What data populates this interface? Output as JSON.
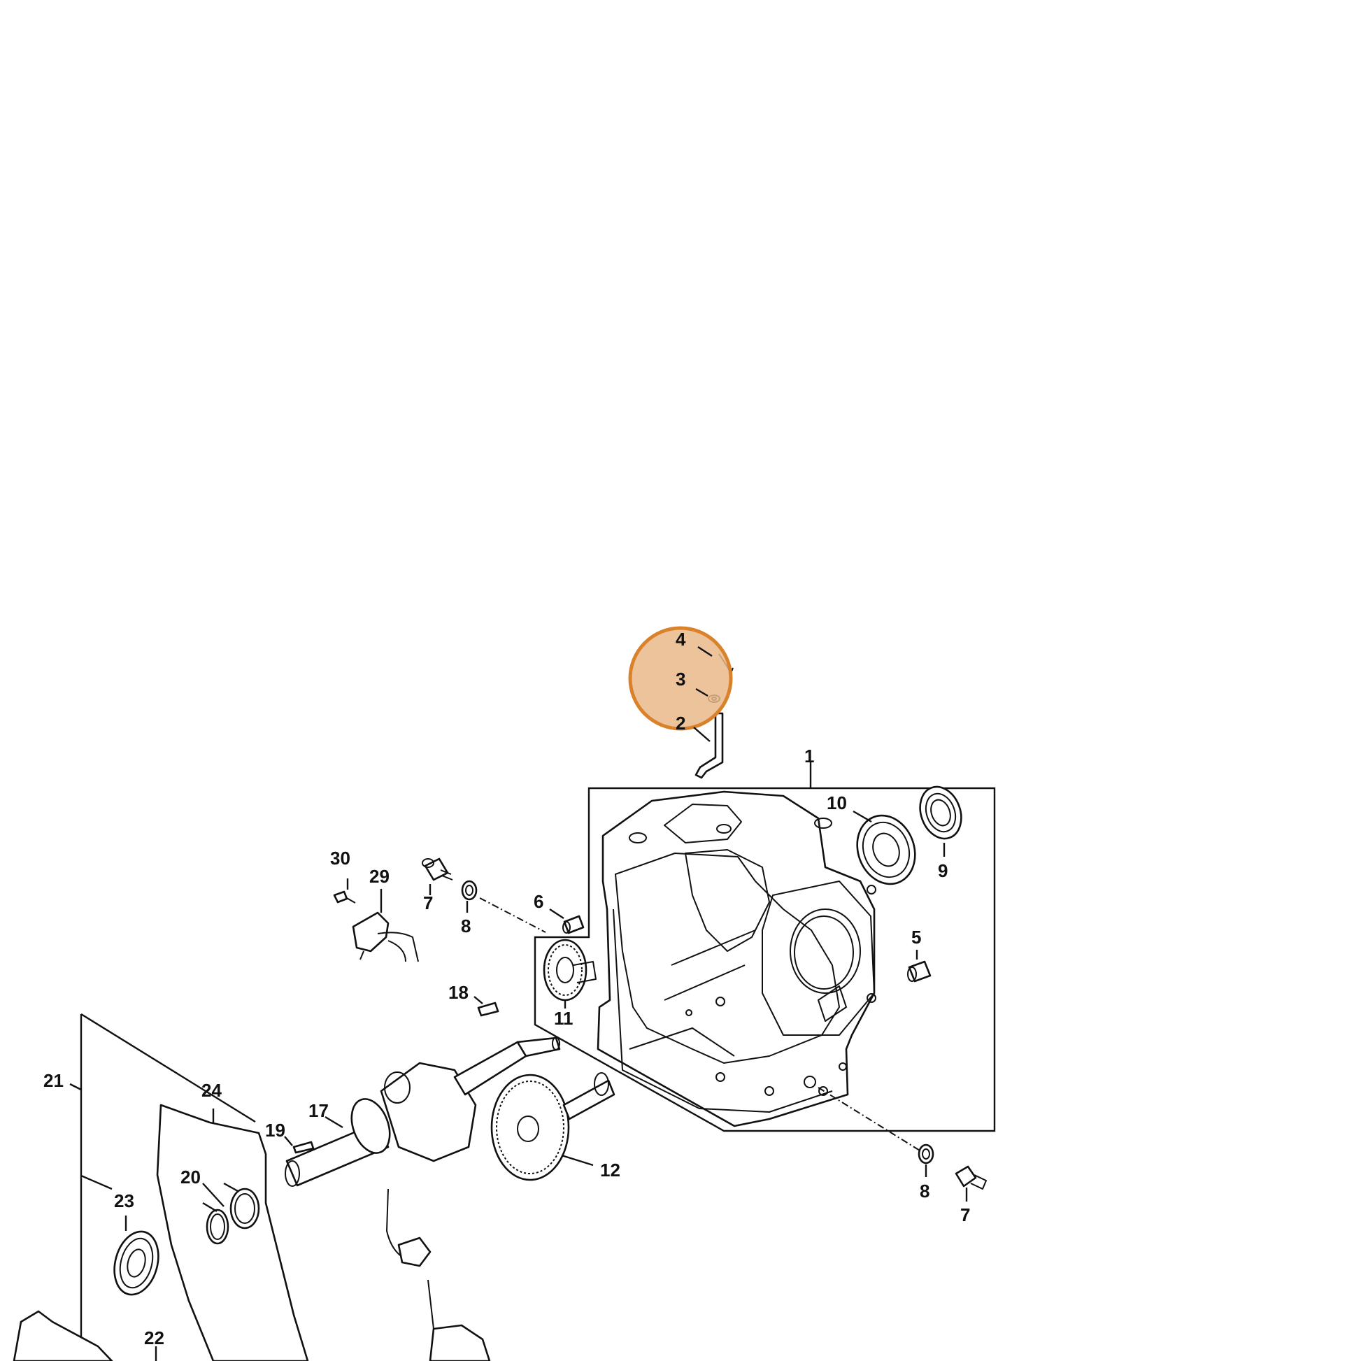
{
  "diagram": {
    "labels": {
      "l1": "1",
      "l2": "2",
      "l3": "3",
      "l4": "4",
      "l5": "5",
      "l6": "6",
      "l7a": "7",
      "l7b": "7",
      "l8a": "8",
      "l8b": "8",
      "l9": "9",
      "l10": "10",
      "l11": "11",
      "l12": "12",
      "l17": "17",
      "l18": "18",
      "l19": "19",
      "l20": "20",
      "l21": "21",
      "l22": "22",
      "l23": "23",
      "l24": "24",
      "l29": "29",
      "l30": "30"
    },
    "highlight": {
      "color": "#d9822b",
      "fill": "#e9b98a",
      "target_part": "3"
    }
  }
}
